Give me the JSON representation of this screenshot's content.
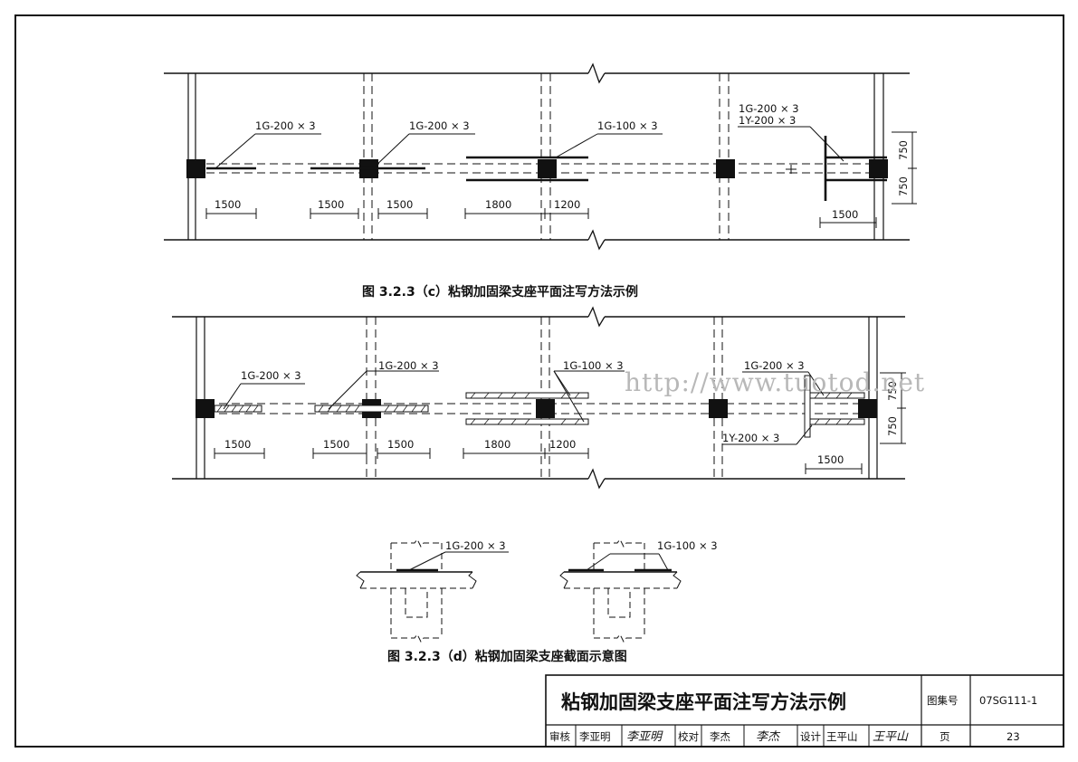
{
  "figure_c": {
    "caption": "图 3.2.3（c）粘钢加固梁支座平面注写方法示例",
    "labels": [
      "1G-200 × 3",
      "1G-200 × 3",
      "1G-100 × 3",
      "1G-200 × 3",
      "1Y-200 × 3"
    ],
    "dims": [
      "1500",
      "1500",
      "1500",
      "1800",
      "1200",
      "1500",
      "750",
      "750"
    ]
  },
  "figure_d_plan": {
    "labels": [
      "1G-200 × 3",
      "1G-200 × 3",
      "1G-100 × 3",
      "1G-200 × 3",
      "1Y-200 × 3"
    ],
    "dims": [
      "1500",
      "1500",
      "1500",
      "1800",
      "1200",
      "1500",
      "750",
      "750"
    ]
  },
  "figure_d": {
    "caption": "图 3.2.3（d）粘钢加固梁支座截面示意图",
    "labels": [
      "1G-200 × 3",
      "1G-100 × 3"
    ]
  },
  "watermark": "http://www.tuotod.net",
  "title_block": {
    "title": "粘钢加固梁支座平面注写方法示例",
    "atlas_label": "图集号",
    "atlas_no": "07SG111-1",
    "review_label": "审核",
    "reviewer": "李亚明",
    "reviewer_sig": "李亚明",
    "check_label": "校对",
    "checker": "李杰",
    "checker_sig": "李杰",
    "design_label": "设计",
    "designer": "王平山",
    "designer_sig": "王平山",
    "page_label": "页",
    "page_no": "23"
  }
}
